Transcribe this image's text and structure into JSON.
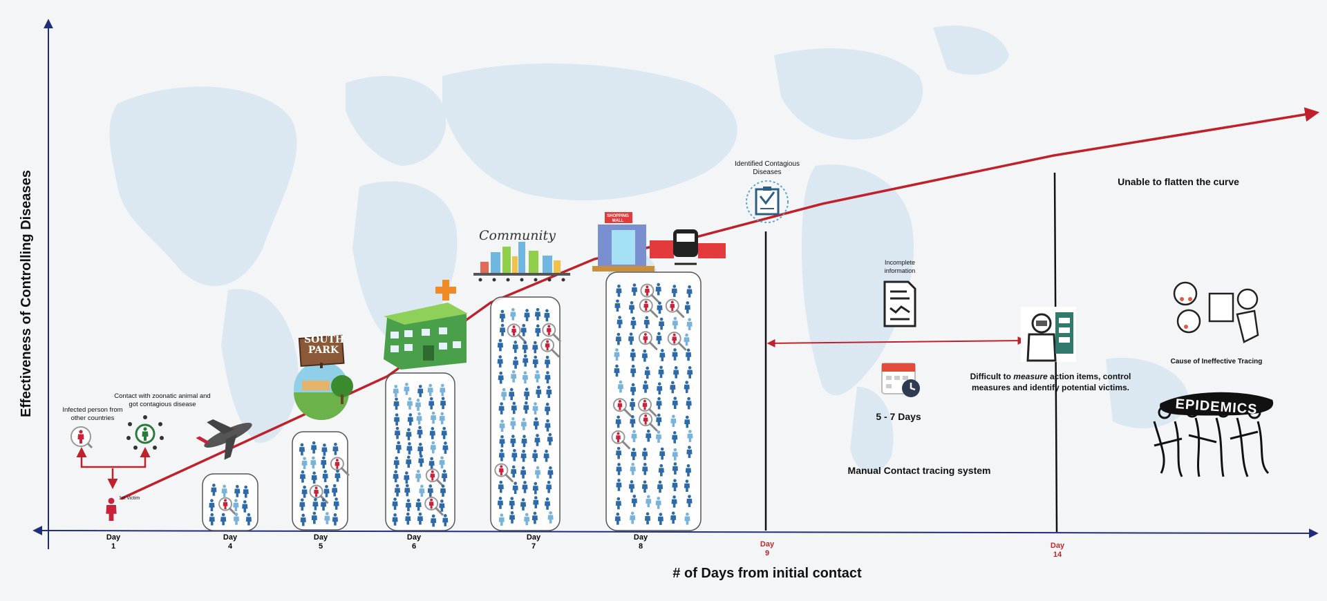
{
  "axes": {
    "y_label": "Effectiveness of Controlling Diseases",
    "x_label": "# of Days from initial contact"
  },
  "ticks": [
    {
      "word": "Day",
      "num": "1"
    },
    {
      "word": "Day",
      "num": "4"
    },
    {
      "word": "Day",
      "num": "5"
    },
    {
      "word": "Day",
      "num": "6"
    },
    {
      "word": "Day",
      "num": "7"
    },
    {
      "word": "Day",
      "num": "8"
    },
    {
      "word": "Day",
      "num": "9"
    },
    {
      "word": "Day",
      "num": "14"
    }
  ],
  "annotations": {
    "infected_person": "Infected person from other countries",
    "zoonotic": "Contact with zoonatic animal and got contagious disease",
    "first_victim": "1st Victim",
    "south_park": "SOUTH PARK",
    "community": "Community",
    "shopping_mall": "SHOPPING MALL",
    "identified": "Identified Contagious Diseases",
    "incomplete": "Incomplete information",
    "days_range": "5 - 7 Days",
    "difficult_pre": "Difficult to ",
    "difficult_em": "measure",
    "difficult_post": " action items, control measures and identify potential victims.",
    "manual": "Manual Contact tracing system",
    "unable": "Unable to flatten the curve",
    "cause": "Cause of Ineffective Tracing",
    "epidemics": "EPIDEMICS"
  },
  "colors": {
    "axis": "#1f2d7a",
    "curve": "#c0202a",
    "person_blue": "#2d6aa7",
    "person_light": "#7ab3d9",
    "person_red": "#c8233a",
    "map": "#d5e5f0"
  },
  "icons": [
    "person-icon",
    "magnifier-icon",
    "airplane-icon",
    "park-icon",
    "hospital-icon",
    "city-icon",
    "mall-icon",
    "train-icon",
    "clipboard-icon",
    "document-icon",
    "calendar-icon",
    "hazmat-worker-icon",
    "sad-faces-icon",
    "epidemics-crowd-icon"
  ]
}
